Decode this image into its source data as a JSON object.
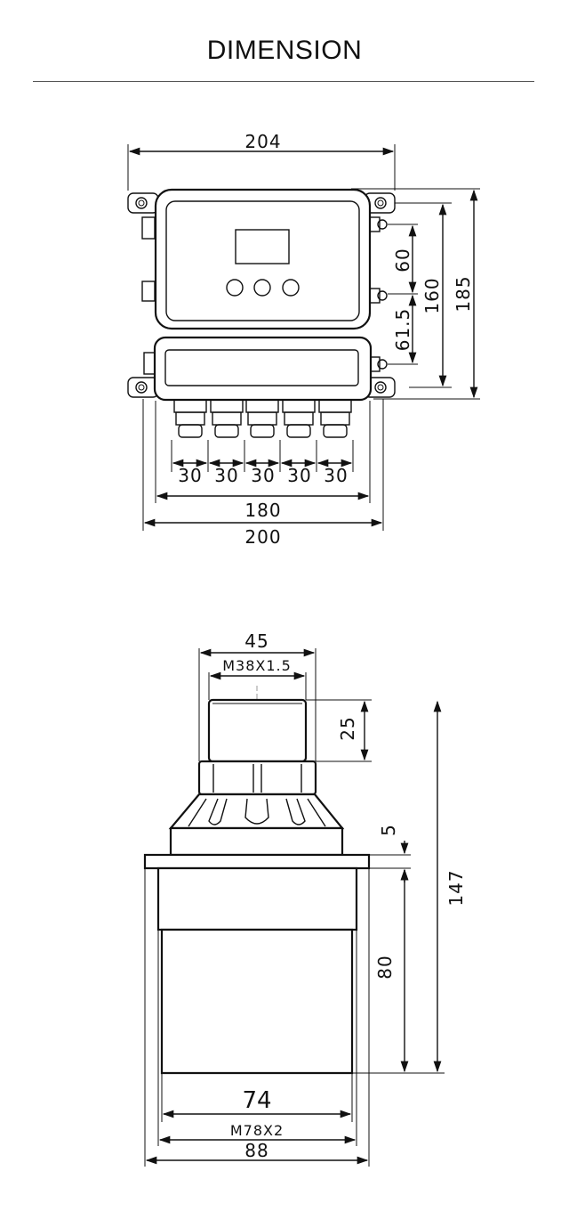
{
  "heading": "DIMENSION",
  "controller": {
    "width_total": "204",
    "width_body": "180",
    "width_mount": "200",
    "gland_pitch": [
      "30",
      "30",
      "30",
      "30",
      "30"
    ],
    "height_total": "185",
    "height_mount": "160",
    "hole_spacing_upper": "60",
    "hole_spacing_lower": "61.5"
  },
  "sensor": {
    "head_width": "45",
    "head_thread": "M38X1.5",
    "head_height": "25",
    "flange_thickness": "5",
    "total_height": "147",
    "body_height": "80",
    "body_diameter": "74",
    "body_thread": "M78X2",
    "flange_diameter": "88"
  }
}
